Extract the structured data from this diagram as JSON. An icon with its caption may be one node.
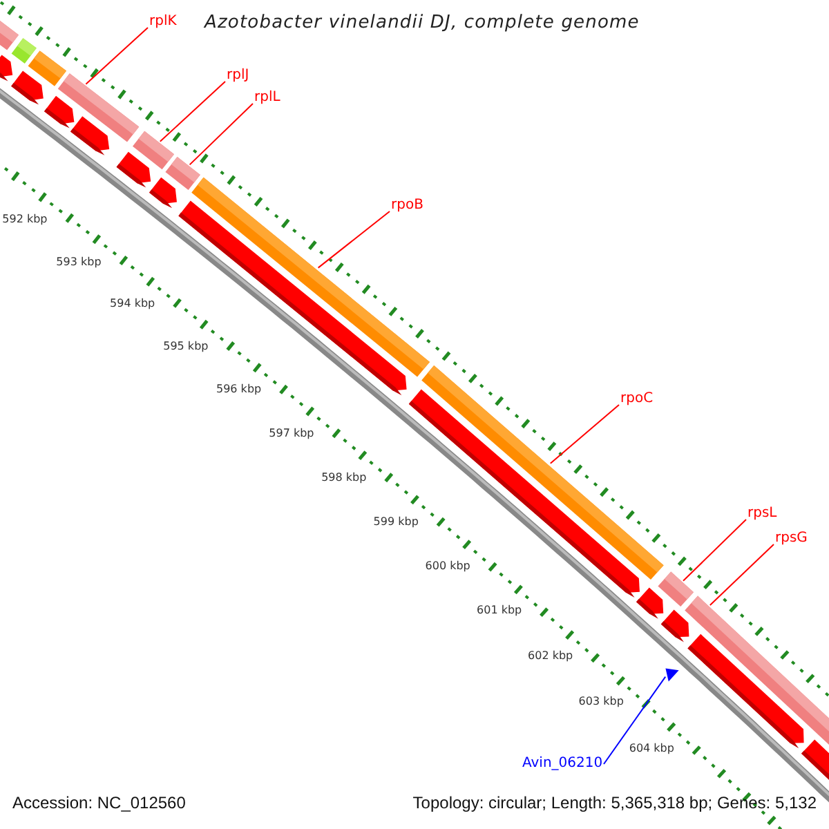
{
  "diagram": {
    "title": "Azotobacter vinelandii DJ, complete genome",
    "nodes": [
      {
        "text": [
          "rplK"
        ]
      },
      {
        "text": [],
        "shape": "bar"
      },
      {
        "text": [
          "rplJ"
        ]
      },
      {
        "text": [],
        "shape": "bar"
      },
      {
        "text": [
          "rplL"
        ]
      },
      {
        "text": [],
        "shape": "bar"
      },
      {
        "text": [
          "rpoB"
        ]
      },
      {
        "text": [],
        "shape": "bar"
      },
      {
        "text": [
          "rpoC"
        ]
      },
      {
        "text": [],
        "shape": "bar"
      },
      {
        "text": [
          "rpsL"
        ]
      },
      {
        "text": [],
        "shape": "bar"
      },
      {
        "text": [
          "rpsG"
        ]
      },
      {
        "text": [],
        "shape": "bar"
      },
      {
        "text": [
          "Avin_06210"
        ]
      },
      {
        "text": [],
        "shape": "triangle"
      }
    ],
    "edges": [
      {
        "from": 0,
        "to": 1,
        "arrow": "none"
      },
      {
        "from": 2,
        "to": 3,
        "arrow": "none"
      },
      {
        "from": 4,
        "to": 5,
        "arrow": "none"
      },
      {
        "from": 6,
        "to": 7,
        "arrow": "none"
      },
      {
        "from": 8,
        "to": 9,
        "arrow": "none"
      },
      {
        "from": 10,
        "to": 11,
        "arrow": "none"
      },
      {
        "from": 12,
        "to": 13,
        "arrow": "none"
      },
      {
        "from": 14,
        "to": 15,
        "arrow": "none",
        "color": "#0000ff"
      }
    ],
    "labels": [
      "592 kbp",
      "593 kbp",
      "594 kbp",
      "595 kbp",
      "596 kbp",
      "597 kbp",
      "598 kbp",
      "599 kbp",
      "600 kbp",
      "601 kbp",
      "602 kbp",
      "603 kbp",
      "604 kbp",
      "Accession: NC_012560",
      "Topology: circular; Length: 5,365,318 bp; Genes: 5,132"
    ]
  }
}
